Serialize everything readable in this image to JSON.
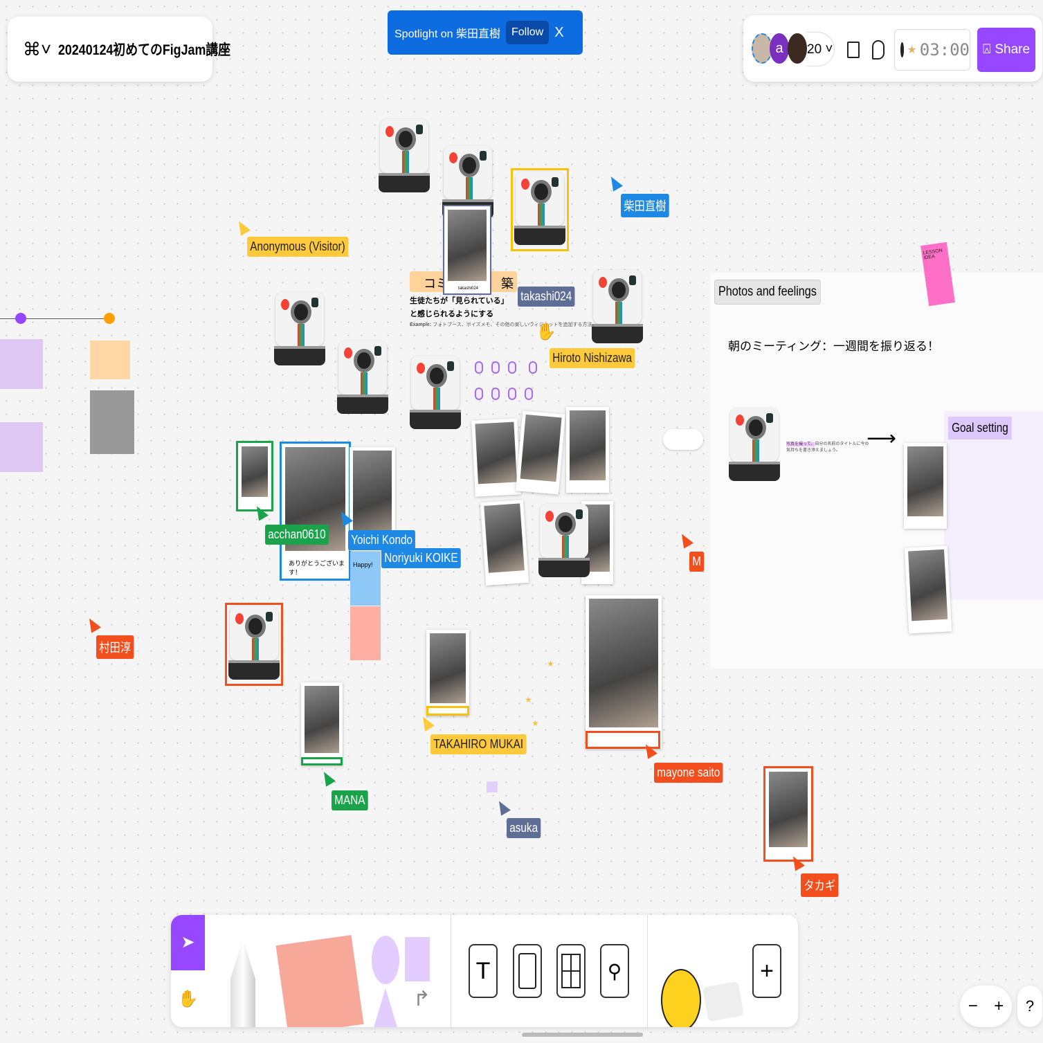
{
  "header": {
    "file_title": "20240124初めてのFigJam講座"
  },
  "spotlight": {
    "label": "Spotlight on 柴田直樹",
    "follow": "Follow",
    "close": "X"
  },
  "collab": {
    "avatar_letter": "a",
    "count": "20",
    "timer": "03:00",
    "share": "Share"
  },
  "canvas": {
    "task_header": "コミ",
    "task_header2": "築",
    "task_title_1": "生徒たちが「見られている」",
    "task_title_2": "と感じられるようにする",
    "example_label": "Example:",
    "example_text": "フォトブース、ボイスメモ、その他の楽しいウィジェットを追加する方法。",
    "photo_caption_takashi": "takashi024",
    "sticky_happy": "Happy!",
    "thanks_note": "ありがとうございます！"
  },
  "section": {
    "title": "Photos and feelings",
    "heading": "朝のミーティング：一週間を振り返る！",
    "instruction_highlight": "写真を撮って、",
    "instruction": "自分の名前のタイトルに今の気持ちを書き添えましょう。",
    "goal": "Goal setting",
    "sticker": "LESSON IDEA"
  },
  "cursors": [
    {
      "name": "Anonymous (Visitor)",
      "color": "#ffc93c"
    },
    {
      "name": "柴田直樹",
      "color": "#1e88e5"
    },
    {
      "name": "takashi024",
      "color": "#5e6e96"
    },
    {
      "name": "Hiroto Nishizawa",
      "color": "#ffc93c"
    },
    {
      "name": "acchan0610",
      "color": "#1aa34a"
    },
    {
      "name": "Yoichi Kondo",
      "color": "#1e88e5"
    },
    {
      "name": "Noriyuki KOIKE",
      "color": "#1e88e5"
    },
    {
      "name": "村田淳",
      "color": "#f24e1e"
    },
    {
      "name": "TAKAHIRO MUKAI",
      "color": "#ffc93c"
    },
    {
      "name": "mayone saito",
      "color": "#f24e1e"
    },
    {
      "name": "MANA",
      "color": "#1aa34a"
    },
    {
      "name": "asuka",
      "color": "#5e6e96"
    },
    {
      "name": "M",
      "color": "#f24e1e"
    },
    {
      "name": "タカギ",
      "color": "#f24e1e"
    }
  ],
  "toolbar": {
    "zoom_out": "−",
    "zoom_in": "+",
    "help": "?",
    "text_tool": "T",
    "add": "+"
  },
  "colors": {
    "accent": "#9747ff",
    "spotlight": "#0d6de0"
  }
}
